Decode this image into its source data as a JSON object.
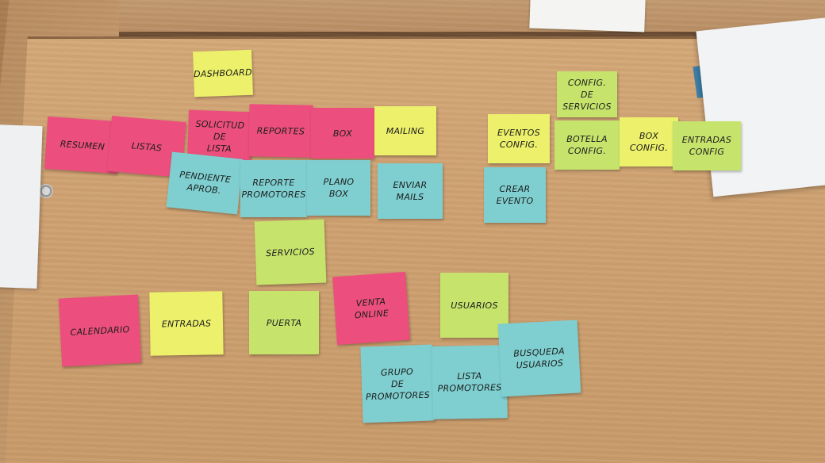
{
  "notes": {
    "dashboard": "DASHBOARD",
    "resumen": "RESUMEN",
    "listas": "LISTAS",
    "solicitud_de_lista": "SOLICITUD\nDE\nLISTA",
    "reportes": "REPORTES",
    "box": "BOX",
    "mailing": "MAILING",
    "pendiente_aprob": "PENDIENTE\nAPROB.",
    "reporte_promotores": "REPORTE\nPROMOTORES",
    "plano_box": "PLANO\nBOX",
    "enviar_mails": "ENVIAR\nMAILS",
    "eventos_config": "EVENTOS\nCONFIG.",
    "crear_evento": "CREAR\nEVENTO",
    "config_de_servicios": "CONFIG.\nDE\nSERVICIOS",
    "botella_config": "BOTELLA\nCONFIG.",
    "box_config": "BOX\nCONFIG.",
    "entradas_config": "ENTRADAS\nCONFIG",
    "servicios": "SERVICIOS",
    "calendario": "CALENDARIO",
    "entradas": "ENTRADAS",
    "puerta": "PUERTA",
    "venta_online": "VENTA\nONLINE",
    "usuarios": "USUARIOS",
    "grupo_de_promotores": "GRUPO\nDE\nPROMOTORES",
    "lista_promotores": "LISTA\nPROMOTORES",
    "busqueda_usuarios": "BUSQUEDA\nUSUARIOS"
  },
  "colors": {
    "pink": "#ec4f7d",
    "yellow": "#ecf06a",
    "lime": "#c6e46c",
    "cyan": "#7fcfd0",
    "desk": "#cfa171"
  }
}
